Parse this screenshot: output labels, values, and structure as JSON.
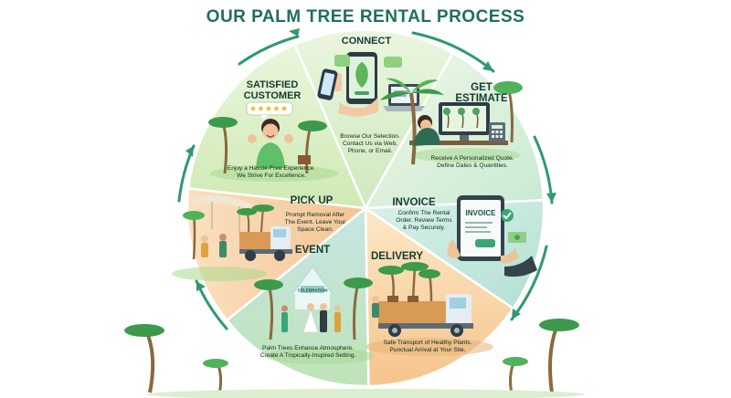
{
  "title": "OUR PALM TREE RENTAL PROCESS",
  "colors": {
    "title": "#1f6e5c",
    "connect": "#dff0d2",
    "estimate": "#e7f5dd",
    "invoice": "#c9ece6",
    "delivery": "#fbd9ac",
    "event": "#cfeccd",
    "pickup": "#f7cfa3",
    "satisfied": "#e0f1cf",
    "arrow": "#2f9a6d"
  },
  "steps": [
    {
      "id": "connect",
      "heading": [
        "CONNECT"
      ],
      "desc": [
        "Browse Our Selection.",
        "Contact Us via Web,",
        "Phone, or Email."
      ],
      "icon": "smartphone-icon"
    },
    {
      "id": "estimate",
      "heading": [
        "GET",
        "ESTIMATE"
      ],
      "desc": [
        "Receive A Personalized Quote.",
        "Define Dates & Quantities."
      ],
      "icon": "calculator-icon"
    },
    {
      "id": "invoice",
      "heading": [
        "INVOICE"
      ],
      "desc": [
        "Confirm The Rental",
        "Order. Review Terms",
        "& Pay Securely."
      ],
      "icon": "invoice-tablet-icon",
      "tablet_label": "INVOICE"
    },
    {
      "id": "delivery",
      "heading": [
        "DELIVERY"
      ],
      "desc": [
        "Safe Transport of Healthy Plants.",
        "Punctual Arrival at Your Site."
      ],
      "icon": "truck-icon"
    },
    {
      "id": "event",
      "heading": [
        "EVENT"
      ],
      "desc": [
        "Palm Trees Enhance Atmosphere.",
        "Create A Tropically-Inspired Setting."
      ],
      "icon": "celebration-tent-icon",
      "banner": "CELEBRATION"
    },
    {
      "id": "pickup",
      "heading": [
        "PICK UP"
      ],
      "desc": [
        "Prompt Removal After",
        "The Event. Leave Your",
        "Space Clean."
      ],
      "icon": "truck-icon"
    },
    {
      "id": "satisfied",
      "heading": [
        "SATISFIED",
        "CUSTOMER"
      ],
      "desc": [
        "Enjoy a Hassle-Free Experience.",
        "We Strive For Excellence."
      ],
      "icon": "rating-stars-icon",
      "rating": 5
    }
  ]
}
